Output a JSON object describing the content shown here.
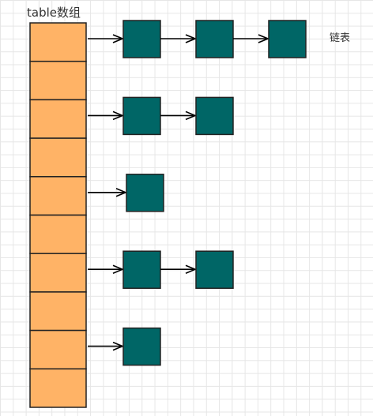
{
  "labels": {
    "array": "table数组",
    "list": "链表"
  },
  "colors": {
    "array_fill": "#FFB366",
    "node_fill": "#006666",
    "stroke": "#222222",
    "arrow": "#000000"
  },
  "array": {
    "slots": 10,
    "chains": [
      {
        "slot": 0,
        "nodes": 3
      },
      {
        "slot": 2,
        "nodes": 2
      },
      {
        "slot": 4,
        "nodes": 1
      },
      {
        "slot": 6,
        "nodes": 2
      },
      {
        "slot": 8,
        "nodes": 1
      }
    ]
  }
}
